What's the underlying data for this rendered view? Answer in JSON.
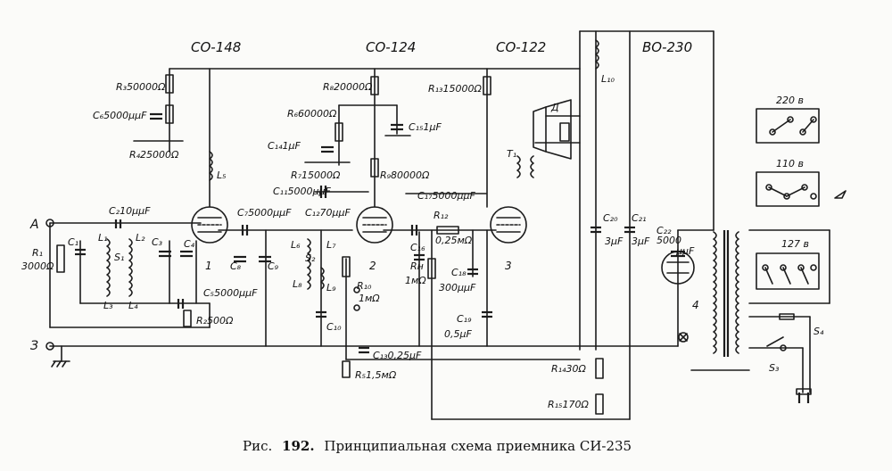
{
  "tubes": {
    "t1": "СО-148",
    "t2": "СО-124",
    "t3": "СО-122",
    "t4": "ВО-230"
  },
  "labels": {
    "R3": "R₃50000Ω",
    "C6": "C₆5000μμF",
    "R4": "R₄25000Ω",
    "L5": "L₅",
    "C2": "C₂10μμF",
    "C7": "C₇5000μμF",
    "C12": "C₁₂70μμF",
    "C11": "C₁₁5000μμF",
    "R8": "R₈20000Ω",
    "R6": "R₆60000Ω",
    "C14": "C₁₄1μF",
    "R7": "R₇15000Ω",
    "R9": "R₉80000Ω",
    "C15": "C₁₅1μF",
    "C17": "C₁₇5000μμF",
    "R12": "R₁₂",
    "R12v": "0,25мΩ",
    "C16": "C₁₆",
    "RH": "Rн",
    "RHv": "1мΩ",
    "C18": "C₁₈",
    "C18v": "300μμF",
    "C19": "C₁₉",
    "C19v": "0,5μF",
    "R13": "R₁₃15000Ω",
    "D": "Д",
    "T1": "T₁",
    "L10": "L₁₀",
    "C20": "C₂₀",
    "C20v": "3μF",
    "C21": "C₂₁",
    "C21v": "3μF",
    "C22": "C₂₂",
    "C22v": "5000",
    "C22u": "μμF",
    "A": "A",
    "R1": "R₁",
    "R1v": "3000Ω",
    "C1": "C₁",
    "L1": "L₁",
    "L2": "L₂",
    "S1": "S₁",
    "L3": "L₃",
    "L4": "L₄",
    "C3": "C₃",
    "C4": "C₄",
    "C5": "C₅5000μμF",
    "R2": "R₂500Ω",
    "C8": "C₈",
    "C9": "C₉",
    "L6": "L₆",
    "L7": "L₇",
    "S2": "S₂",
    "L8": "L₈",
    "L9": "L₉",
    "C10": "C₁₀",
    "R10": "R₁₀",
    "R10v": "1мΩ",
    "C13": "C₁₃0,25μF",
    "R5": "R₅1,5мΩ",
    "Z": "З",
    "R14": "R₁₄30Ω",
    "R15": "R₁₅170Ω",
    "V220": "220 в",
    "V110": "110 в",
    "V127": "127 в",
    "S4": "S₄",
    "S3": "S₃",
    "n1": "1",
    "n2": "2",
    "n3": "3",
    "n4": "4"
  },
  "caption": {
    "prefix": "Рис.",
    "number": "192.",
    "text": "Принципиальная схема приемника СИ-235"
  }
}
